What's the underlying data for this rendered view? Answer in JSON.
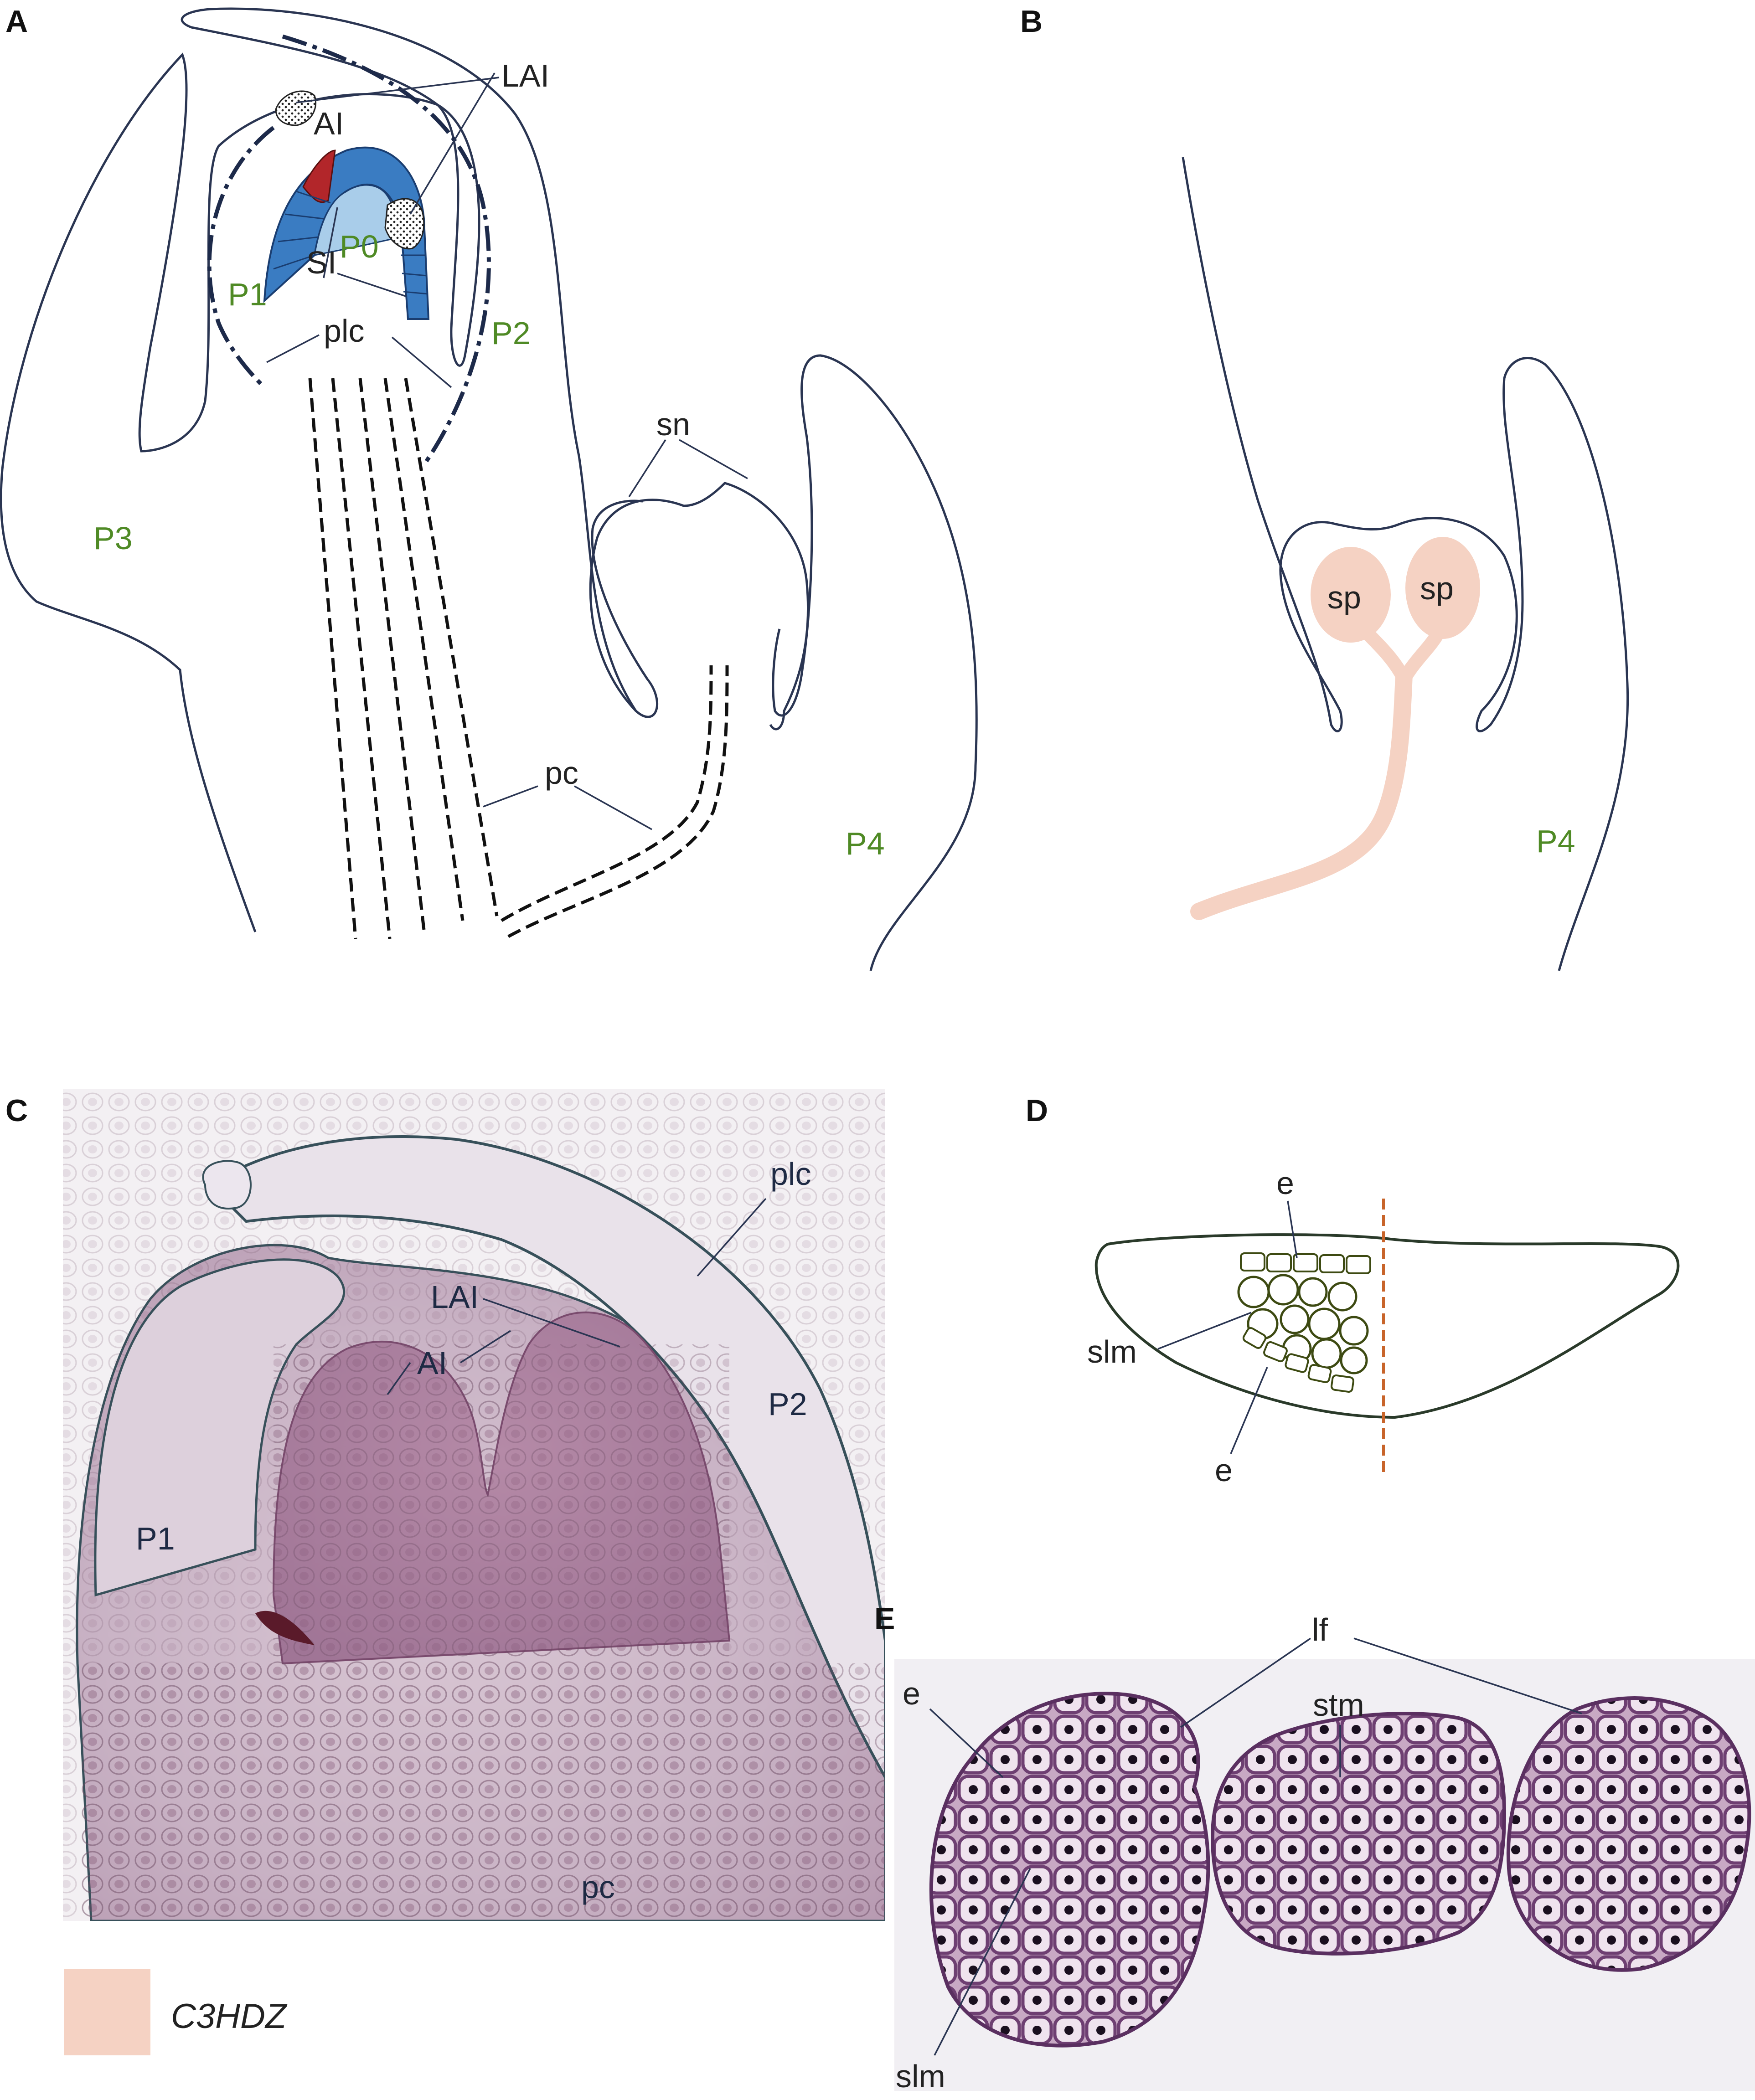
{
  "panels": {
    "a": {
      "label": "A",
      "lai": "LAI",
      "ai": "AI",
      "si": "SI",
      "p0": "P0",
      "p1": "P1",
      "p2": "P2",
      "p3": "P3",
      "p4": "P4",
      "plc": "plc",
      "sn": "sn",
      "pc": "pc"
    },
    "b": {
      "label": "B",
      "sp1": "sp",
      "sp2": "sp",
      "p4": "P4"
    },
    "c": {
      "label": "C",
      "plc": "plc",
      "lai": "LAI",
      "ai": "AI",
      "p2": "P2",
      "p1": "P1",
      "pc": "pc"
    },
    "d": {
      "label": "D",
      "e_top": "e",
      "slm": "slm",
      "e_bottom": "e"
    },
    "e": {
      "label": "E",
      "lf": "lf",
      "e": "e",
      "stm": "stm",
      "slm": "slm"
    }
  },
  "legend": {
    "label": "C3HDZ",
    "swatch_color": "#f5d2c3"
  },
  "colors": {
    "primordium_blue": "#3a7cc2",
    "primordium_light": "#a9cdea",
    "ai_red": "#b2262a",
    "leaf_label_green": "#4f8a25",
    "c3hdz_pink": "#f5d2c3",
    "midline_orange": "#c8642a",
    "tissue_stain": "#8a5a78"
  }
}
